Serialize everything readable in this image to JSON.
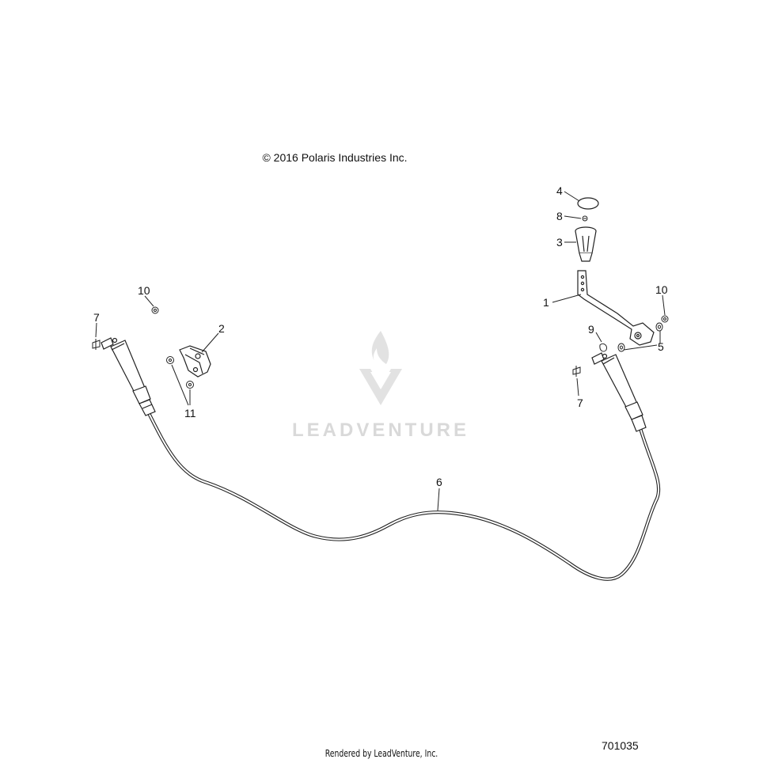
{
  "copyright": "© 2016 Polaris Industries Inc.",
  "rendered_by": "Rendered by LeadVenture, Inc.",
  "doc_number": "701035",
  "watermark": {
    "text": "LEADVENTURE",
    "color": "#d9d9d9"
  },
  "callouts": {
    "c1": "1",
    "c2": "2",
    "c3": "3",
    "c4": "4",
    "c5": "5",
    "c6": "6",
    "c7a": "7",
    "c7b": "7",
    "c8": "8",
    "c9": "9",
    "c10a": "10",
    "c10b": "10",
    "c11": "11"
  }
}
